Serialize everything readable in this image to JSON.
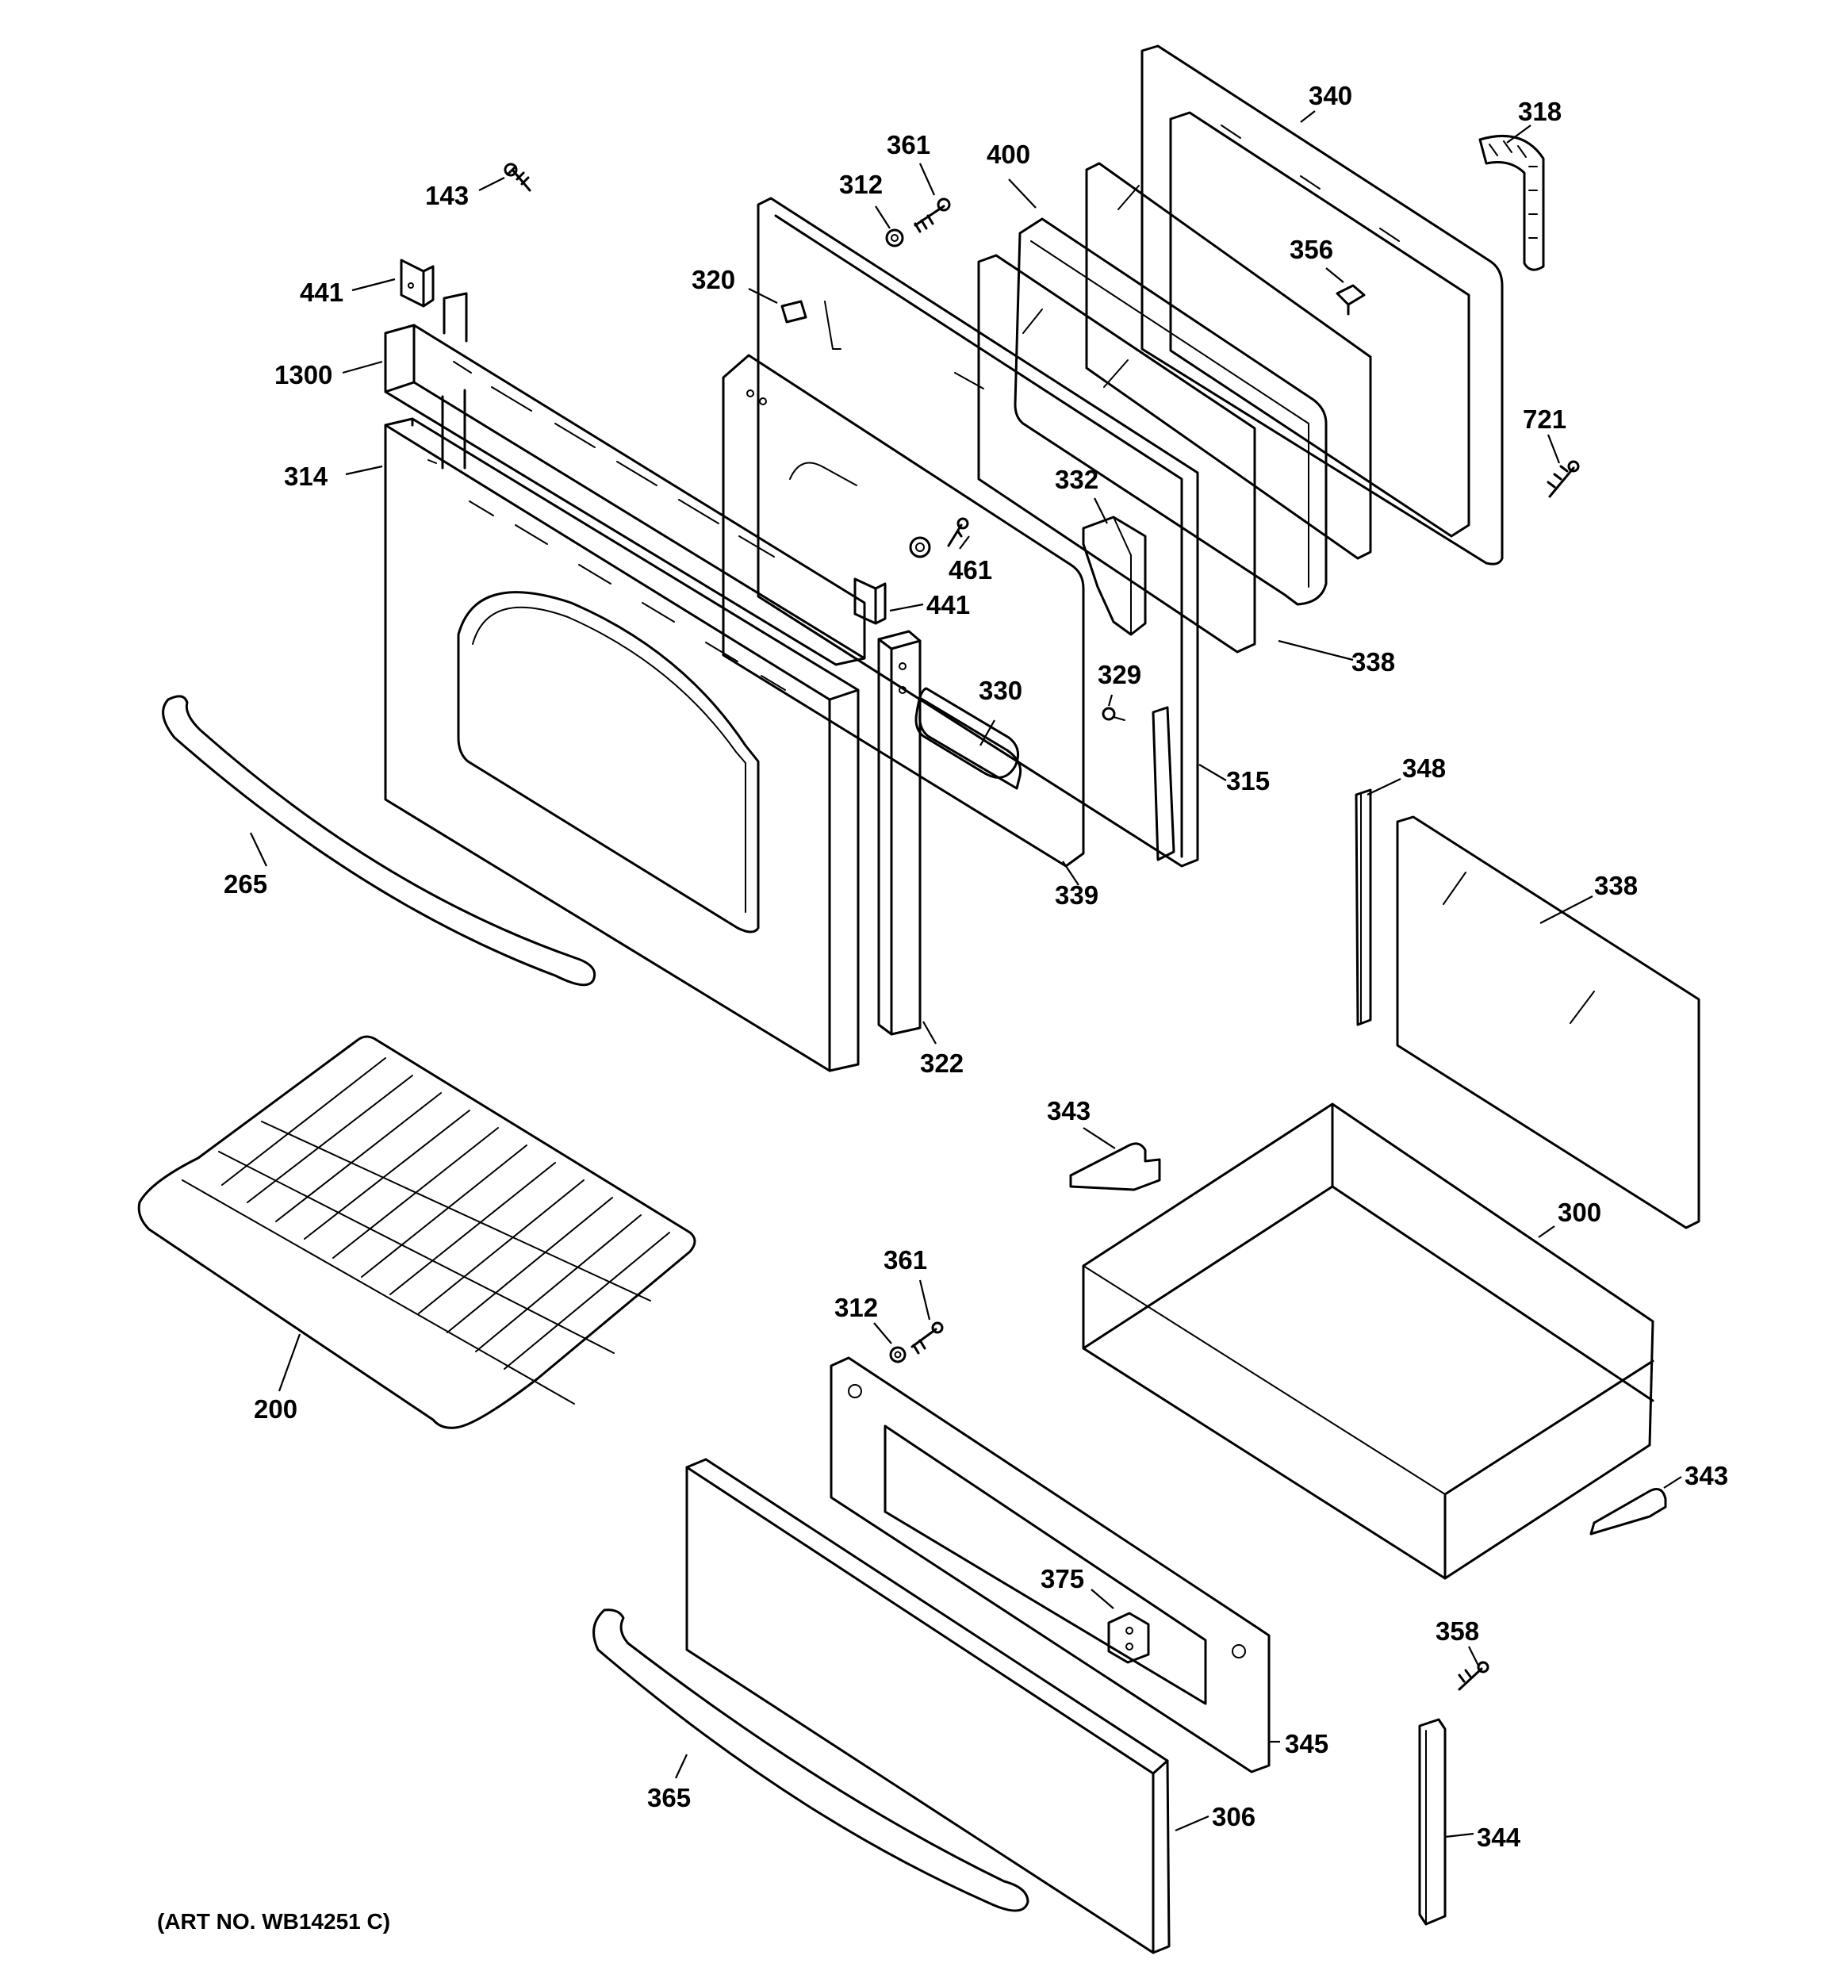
{
  "parts": [
    {
      "id": "p143",
      "label": "143"
    },
    {
      "id": "p441a",
      "label": "441"
    },
    {
      "id": "p1300",
      "label": "1300"
    },
    {
      "id": "p314",
      "label": "314"
    },
    {
      "id": "p265",
      "label": "265"
    },
    {
      "id": "p312a",
      "label": "312"
    },
    {
      "id": "p361a",
      "label": "361"
    },
    {
      "id": "p320",
      "label": "320"
    },
    {
      "id": "p400",
      "label": "400"
    },
    {
      "id": "p340",
      "label": "340"
    },
    {
      "id": "p318",
      "label": "318"
    },
    {
      "id": "p356",
      "label": "356"
    },
    {
      "id": "p721",
      "label": "721"
    },
    {
      "id": "p332",
      "label": "332"
    },
    {
      "id": "p461",
      "label": "461"
    },
    {
      "id": "p441b",
      "label": "441"
    },
    {
      "id": "p338a",
      "label": "338"
    },
    {
      "id": "p329",
      "label": "329"
    },
    {
      "id": "p330",
      "label": "330"
    },
    {
      "id": "p315",
      "label": "315"
    },
    {
      "id": "p339",
      "label": "339"
    },
    {
      "id": "p322",
      "label": "322"
    },
    {
      "id": "p348",
      "label": "348"
    },
    {
      "id": "p338b",
      "label": "338"
    },
    {
      "id": "p343a",
      "label": "343"
    },
    {
      "id": "p300",
      "label": "300"
    },
    {
      "id": "p200",
      "label": "200"
    },
    {
      "id": "p361b",
      "label": "361"
    },
    {
      "id": "p312b",
      "label": "312"
    },
    {
      "id": "p343b",
      "label": "343"
    },
    {
      "id": "p375",
      "label": "375"
    },
    {
      "id": "p358",
      "label": "358"
    },
    {
      "id": "p345",
      "label": "345"
    },
    {
      "id": "p365",
      "label": "365"
    },
    {
      "id": "p306",
      "label": "306"
    },
    {
      "id": "p344",
      "label": "344"
    }
  ],
  "art_number": "(ART NO. WB14251 C)"
}
